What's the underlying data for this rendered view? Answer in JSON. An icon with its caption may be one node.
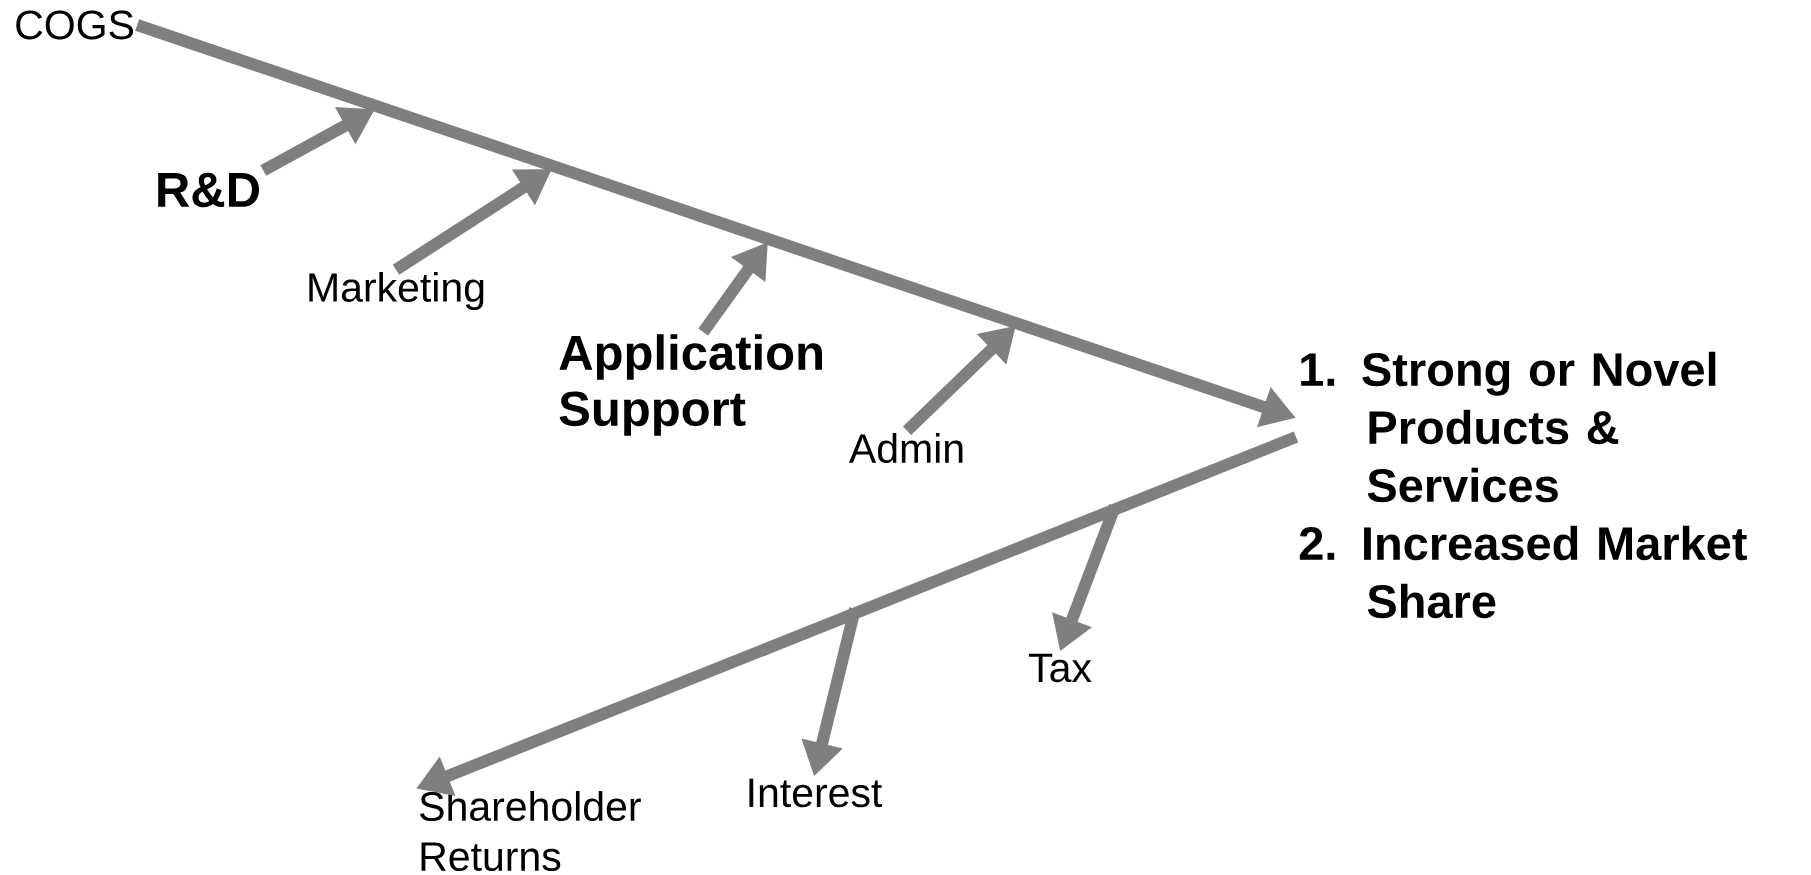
{
  "diagram": {
    "nodes": [
      {
        "text": [
          "COGS"
        ]
      },
      {
        "text": [
          "R&D"
        ]
      },
      {
        "text": [
          "Marketing"
        ]
      },
      {
        "text": [
          "Application Support"
        ]
      },
      {
        "text": [
          "Admin"
        ]
      },
      {
        "text": [
          "1. Strong or Novel Products & Services",
          "2. Increased Market Share"
        ]
      },
      {
        "text": [
          "Shareholder Returns"
        ]
      },
      {
        "text": [
          "Interest"
        ]
      },
      {
        "text": [
          "Tax"
        ]
      }
    ],
    "edges": [
      {
        "from": 0,
        "to": 5,
        "arrow": "to"
      },
      {
        "from": 1,
        "to": null,
        "arrow": "to"
      },
      {
        "from": 2,
        "to": null,
        "arrow": "to"
      },
      {
        "from": 3,
        "to": null,
        "arrow": "to"
      },
      {
        "from": 4,
        "to": null,
        "arrow": "to"
      },
      {
        "from": 5,
        "to": 6,
        "arrow": "to"
      },
      {
        "from": null,
        "to": 7,
        "arrow": "to"
      },
      {
        "from": null,
        "to": 8,
        "arrow": "to"
      }
    ]
  }
}
